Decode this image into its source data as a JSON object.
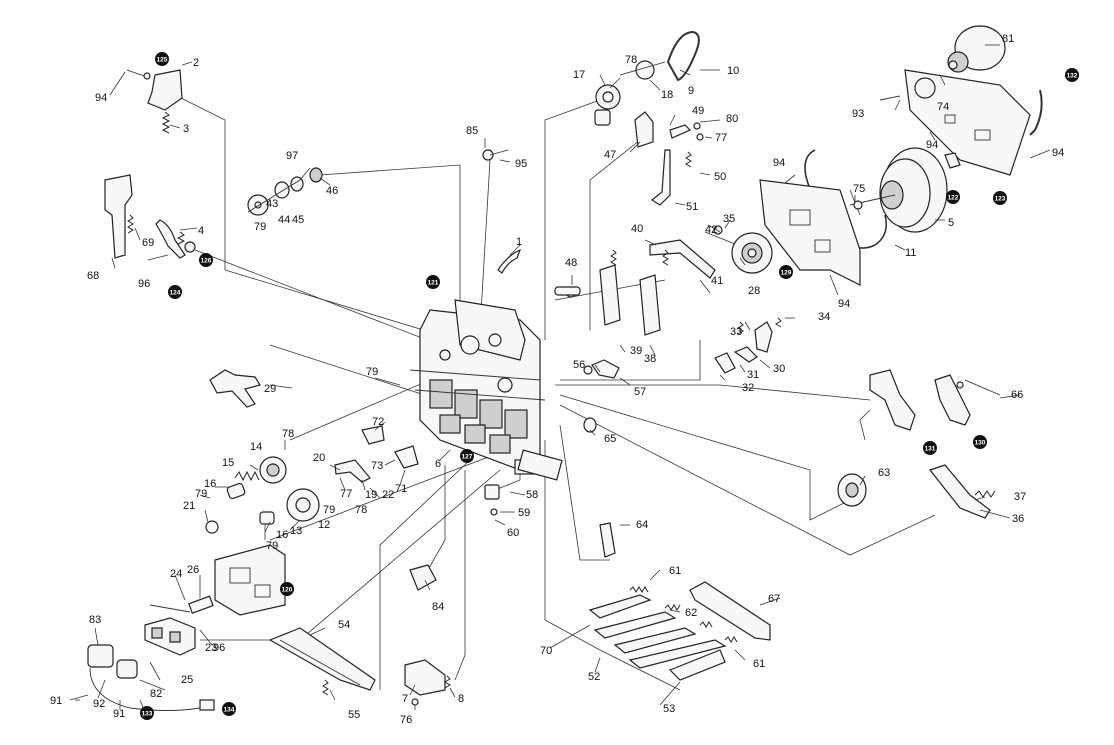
{
  "diagram": {
    "type": "exploded-parts-view",
    "callouts": [
      {
        "id": "c2",
        "text": "2"
      },
      {
        "id": "c3",
        "text": "3"
      },
      {
        "id": "c4",
        "text": "4"
      },
      {
        "id": "c5",
        "text": "5"
      },
      {
        "id": "c6",
        "text": "6"
      },
      {
        "id": "c7",
        "text": "7"
      },
      {
        "id": "c8",
        "text": "8"
      },
      {
        "id": "c9",
        "text": "9"
      },
      {
        "id": "c10",
        "text": "10"
      },
      {
        "id": "c11",
        "text": "11"
      },
      {
        "id": "c12",
        "text": "12"
      },
      {
        "id": "c13",
        "text": "13"
      },
      {
        "id": "c14",
        "text": "14"
      },
      {
        "id": "c15",
        "text": "15"
      },
      {
        "id": "c16a",
        "text": "16"
      },
      {
        "id": "c16b",
        "text": "16"
      },
      {
        "id": "c17",
        "text": "17"
      },
      {
        "id": "c18",
        "text": "18"
      },
      {
        "id": "c19",
        "text": "19"
      },
      {
        "id": "c20",
        "text": "20"
      },
      {
        "id": "c21",
        "text": "21"
      },
      {
        "id": "c22",
        "text": "22"
      },
      {
        "id": "c23",
        "text": "23"
      },
      {
        "id": "c24",
        "text": "24"
      },
      {
        "id": "c25",
        "text": "25"
      },
      {
        "id": "c26",
        "text": "26"
      },
      {
        "id": "c28",
        "text": "28"
      },
      {
        "id": "c29",
        "text": "29"
      },
      {
        "id": "c30",
        "text": "30"
      },
      {
        "id": "c31",
        "text": "31"
      },
      {
        "id": "c32",
        "text": "32"
      },
      {
        "id": "c33",
        "text": "33"
      },
      {
        "id": "c34",
        "text": "34"
      },
      {
        "id": "c35",
        "text": "35"
      },
      {
        "id": "c36",
        "text": "36"
      },
      {
        "id": "c37",
        "text": "37"
      },
      {
        "id": "c38",
        "text": "38"
      },
      {
        "id": "c39",
        "text": "39"
      },
      {
        "id": "c40",
        "text": "40"
      },
      {
        "id": "c41",
        "text": "41"
      },
      {
        "id": "c42",
        "text": "42"
      },
      {
        "id": "c43",
        "text": "43"
      },
      {
        "id": "c44",
        "text": "44"
      },
      {
        "id": "c45",
        "text": "45"
      },
      {
        "id": "c46",
        "text": "46"
      },
      {
        "id": "c47",
        "text": "47"
      },
      {
        "id": "c48",
        "text": "48"
      },
      {
        "id": "c49",
        "text": "49"
      },
      {
        "id": "c50",
        "text": "50"
      },
      {
        "id": "c51",
        "text": "51"
      },
      {
        "id": "c52",
        "text": "52"
      },
      {
        "id": "c53",
        "text": "53"
      },
      {
        "id": "c54",
        "text": "54"
      },
      {
        "id": "c55",
        "text": "55"
      },
      {
        "id": "c56",
        "text": "56"
      },
      {
        "id": "c57",
        "text": "57"
      },
      {
        "id": "c58",
        "text": "58"
      },
      {
        "id": "c59",
        "text": "59"
      },
      {
        "id": "c60",
        "text": "60"
      },
      {
        "id": "c61a",
        "text": "61"
      },
      {
        "id": "c61b",
        "text": "61"
      },
      {
        "id": "c62",
        "text": "62"
      },
      {
        "id": "c63",
        "text": "63"
      },
      {
        "id": "c64",
        "text": "64"
      },
      {
        "id": "c65",
        "text": "65"
      },
      {
        "id": "c66",
        "text": "66"
      },
      {
        "id": "c67",
        "text": "67"
      },
      {
        "id": "c68",
        "text": "68"
      },
      {
        "id": "c69",
        "text": "69"
      },
      {
        "id": "c70",
        "text": "70"
      },
      {
        "id": "c71",
        "text": "71"
      },
      {
        "id": "c72",
        "text": "72"
      },
      {
        "id": "c73",
        "text": "73"
      },
      {
        "id": "c74",
        "text": "74"
      },
      {
        "id": "c75",
        "text": "75"
      },
      {
        "id": "c76",
        "text": "76"
      },
      {
        "id": "c77a",
        "text": "77"
      },
      {
        "id": "c77b",
        "text": "77"
      },
      {
        "id": "c78a",
        "text": "78"
      },
      {
        "id": "c78b",
        "text": "78"
      },
      {
        "id": "c78c",
        "text": "78"
      },
      {
        "id": "c79a",
        "text": "79"
      },
      {
        "id": "c79b",
        "text": "79"
      },
      {
        "id": "c79c",
        "text": "79"
      },
      {
        "id": "c79d",
        "text": "79"
      },
      {
        "id": "c79e",
        "text": "79"
      },
      {
        "id": "c80",
        "text": "80"
      },
      {
        "id": "c81",
        "text": "81"
      },
      {
        "id": "c82",
        "text": "82"
      },
      {
        "id": "c83",
        "text": "83"
      },
      {
        "id": "c84",
        "text": "84"
      },
      {
        "id": "c85",
        "text": "85"
      },
      {
        "id": "c91a",
        "text": "91"
      },
      {
        "id": "c91b",
        "text": "91"
      },
      {
        "id": "c92",
        "text": "92"
      },
      {
        "id": "c93",
        "text": "93"
      },
      {
        "id": "c94a",
        "text": "94"
      },
      {
        "id": "c94b",
        "text": "94"
      },
      {
        "id": "c94c",
        "text": "94"
      },
      {
        "id": "c94d",
        "text": "94"
      },
      {
        "id": "c94e",
        "text": "94"
      },
      {
        "id": "c95",
        "text": "95"
      },
      {
        "id": "c96a",
        "text": "96"
      },
      {
        "id": "c96b",
        "text": "96"
      },
      {
        "id": "c97",
        "text": "97"
      },
      {
        "id": "c1",
        "text": "1"
      }
    ],
    "circled_callouts": [
      {
        "id": "k120",
        "text": "120"
      },
      {
        "id": "k121",
        "text": "121"
      },
      {
        "id": "k122",
        "text": "122"
      },
      {
        "id": "k123",
        "text": "123"
      },
      {
        "id": "k124",
        "text": "124"
      },
      {
        "id": "k125",
        "text": "125"
      },
      {
        "id": "k126",
        "text": "126"
      },
      {
        "id": "k127",
        "text": "127"
      },
      {
        "id": "k129",
        "text": "129"
      },
      {
        "id": "k130",
        "text": "130"
      },
      {
        "id": "k131",
        "text": "131"
      },
      {
        "id": "k132",
        "text": "132"
      },
      {
        "id": "k133",
        "text": "133"
      },
      {
        "id": "k134",
        "text": "134"
      }
    ]
  }
}
